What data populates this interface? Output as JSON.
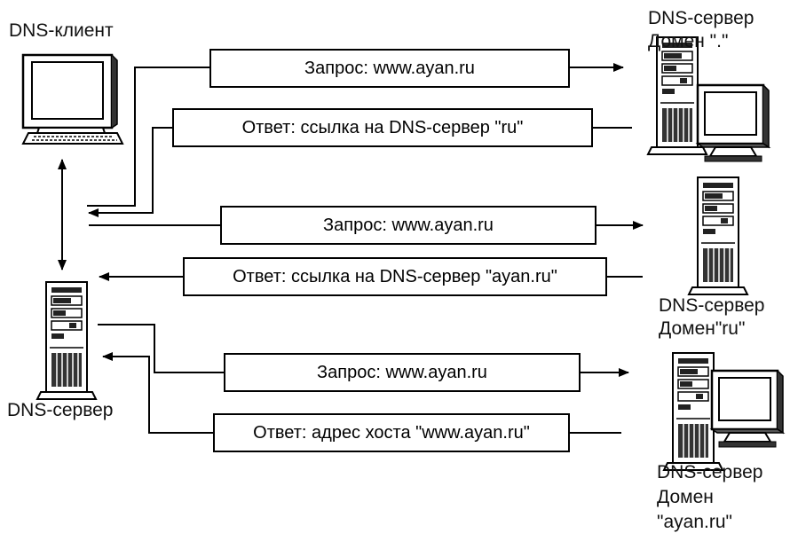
{
  "nodes": {
    "client": {
      "label": "DNS-клиент"
    },
    "local_server": {
      "label": "DNS-сервер"
    },
    "root_server": {
      "line1": "DNS-сервер",
      "line2": "Домен \".\""
    },
    "ru_server": {
      "line1": "DNS-сервер",
      "line2": "Домен\"ru\""
    },
    "ayan_server": {
      "line1": "DNS-сервер",
      "line2": "Домен",
      "line3": "\"ayan.ru\""
    }
  },
  "messages": [
    {
      "id": "q1",
      "text": "Запрос: www.ayan.ru"
    },
    {
      "id": "a1",
      "text": "Ответ: ссылка на DNS-сервер \"ru\""
    },
    {
      "id": "q2",
      "text": "Запрос: www.ayan.ru"
    },
    {
      "id": "a2",
      "text": "Ответ: ссылка на DNS-сервер \"ayan.ru\""
    },
    {
      "id": "q3",
      "text": "Запрос: www.ayan.ru"
    },
    {
      "id": "a3",
      "text": "Ответ: адрес хоста \"www.ayan.ru\""
    }
  ]
}
